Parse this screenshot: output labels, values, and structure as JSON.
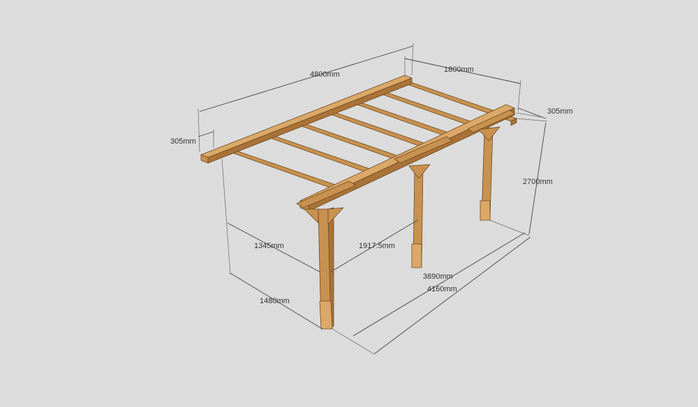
{
  "diagram": {
    "background": "#dcdcdc",
    "wood_color": "#c8914f",
    "dimensions": {
      "length": "4800mm",
      "width": "1800mm",
      "overhang_left": "305mm",
      "overhang_right": "305mm",
      "height": "2700mm",
      "post_to_post_front_a": "1345mm",
      "post_to_post_front_b": "1917.5mm",
      "front_width": "1480mm",
      "span_inner": "3890mm",
      "span_outer": "4160mm"
    }
  }
}
